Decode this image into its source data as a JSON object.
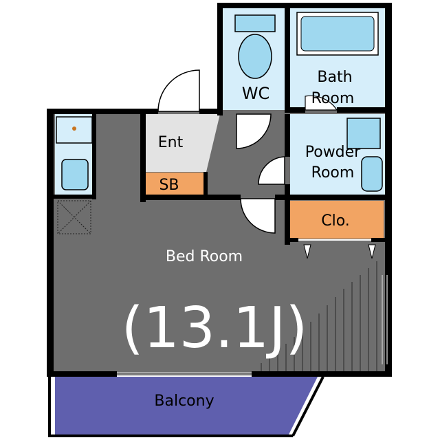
{
  "rooms": {
    "wc": "WC",
    "bath_line1": "Bath",
    "bath_line2": "Room",
    "ent": "Ent",
    "sb": "SB",
    "powder_line1": "Powder",
    "powder_line2": "Room",
    "clo": "Clo.",
    "bed": "Bed Room",
    "bed_size": "(13.1J)",
    "balcony": "Balcony"
  },
  "colors": {
    "floor_gray": "#6e6e6e",
    "wet_area": "#d6eefa",
    "fixture": "#9fd8ef",
    "storage_orange": "#f2a463",
    "balcony": "#5f5fae",
    "wall": "#000000",
    "entrance_floor": "#e3e3e3"
  }
}
